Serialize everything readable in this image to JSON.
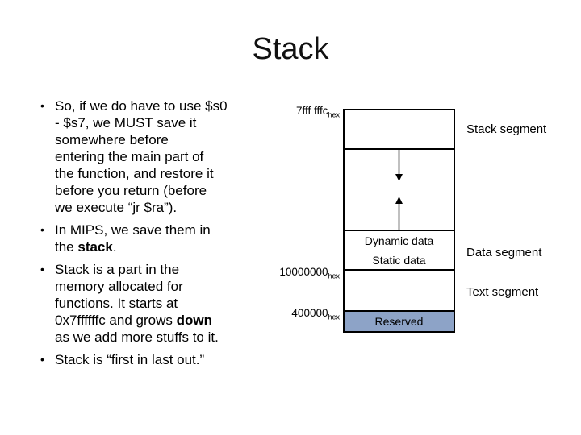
{
  "slide": {
    "title": "Stack"
  },
  "bullets": {
    "bullet_char": "•",
    "items": [
      {
        "lines": [
          "So, if we do have to use $s0",
          "- $s7, we MUST save it",
          "somewhere before",
          "entering the main part of",
          "the function, and restore it",
          "before you return (before",
          "we execute “jr $ra”)."
        ]
      },
      {
        "lines": [
          "In MIPS, we save them in",
          "the **stack**."
        ]
      },
      {
        "lines": [
          "Stack is a part in the",
          "memory allocated for",
          "functions. It starts at",
          "0x7ffffffc and grows **down**",
          "as we add more stuffs to it."
        ]
      },
      {
        "lines": [
          "Stack is “first in last out.”"
        ]
      }
    ]
  },
  "diagram": {
    "address_labels": [
      {
        "value": "7fff fffc",
        "sub": "hex"
      },
      {
        "value": "10000000",
        "sub": "hex"
      },
      {
        "value": "400000",
        "sub": "hex"
      }
    ],
    "segment_labels": {
      "stack": "Stack segment",
      "data": "Data segment",
      "text": "Text segment"
    },
    "sections": {
      "dynamic_data": "Dynamic data",
      "static_data": "Static data",
      "reserved": "Reserved"
    },
    "colors": {
      "reserved_fill": "#8DA3C7",
      "line": "#000000"
    }
  }
}
